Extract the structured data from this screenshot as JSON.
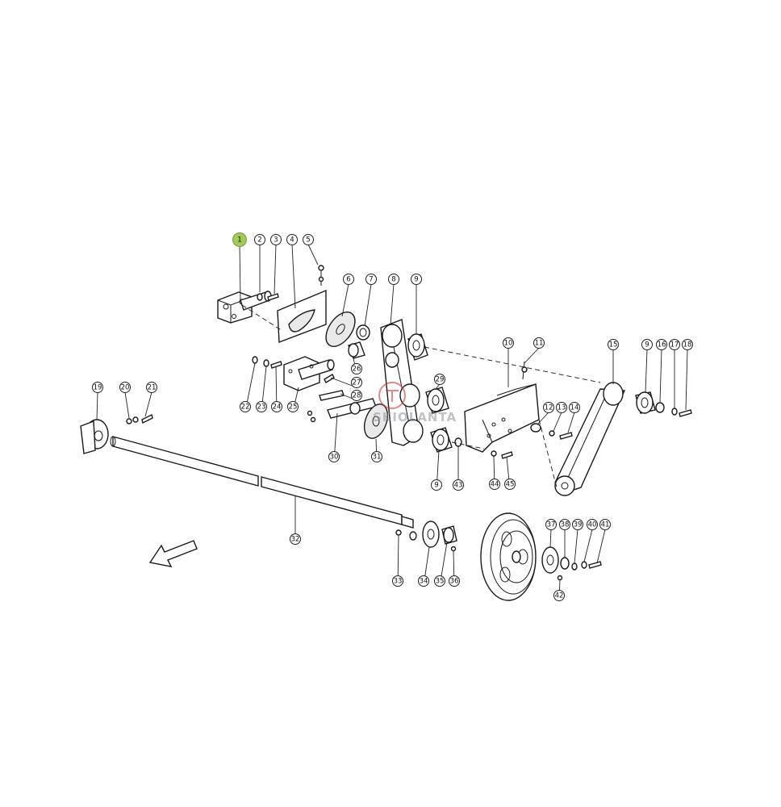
{
  "diagram": {
    "highlighted_callout": "1",
    "highlight_color": "#a3c95a",
    "watermark": {
      "text": "SKIOLANTA",
      "mark_color": "#d03a3a"
    },
    "callouts": [
      {
        "label": "1"
      },
      {
        "label": "2"
      },
      {
        "label": "3"
      },
      {
        "label": "4"
      },
      {
        "label": "5"
      },
      {
        "label": "6"
      },
      {
        "label": "7"
      },
      {
        "label": "8"
      },
      {
        "label": "9"
      },
      {
        "label": "10"
      },
      {
        "label": "11"
      },
      {
        "label": "15"
      },
      {
        "label": "9"
      },
      {
        "label": "16"
      },
      {
        "label": "17"
      },
      {
        "label": "18"
      },
      {
        "label": "12"
      },
      {
        "label": "13"
      },
      {
        "label": "14"
      },
      {
        "label": "19"
      },
      {
        "label": "20"
      },
      {
        "label": "21"
      },
      {
        "label": "22"
      },
      {
        "label": "23"
      },
      {
        "label": "24"
      },
      {
        "label": "25"
      },
      {
        "label": "26"
      },
      {
        "label": "27"
      },
      {
        "label": "28"
      },
      {
        "label": "29"
      },
      {
        "label": "30"
      },
      {
        "label": "31"
      },
      {
        "label": "9"
      },
      {
        "label": "43"
      },
      {
        "label": "44"
      },
      {
        "label": "45"
      },
      {
        "label": "32"
      },
      {
        "label": "33"
      },
      {
        "label": "34"
      },
      {
        "label": "35"
      },
      {
        "label": "36"
      },
      {
        "label": "37"
      },
      {
        "label": "38"
      },
      {
        "label": "39"
      },
      {
        "label": "40"
      },
      {
        "label": "41"
      },
      {
        "label": "42"
      }
    ]
  }
}
